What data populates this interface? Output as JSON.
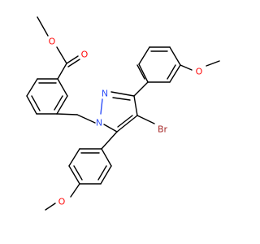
{
  "molecule": {
    "atoms": {
      "ester_carbonyl_o": "O",
      "ester_single_o": "O",
      "methoxy_o_top_ring": "O",
      "methoxy_o_bottom_ring": "O",
      "pyrazole_n1": "N",
      "pyrazole_n2": "N",
      "bromine": "Br"
    },
    "colors": {
      "bond": "#000000",
      "oxygen": "#ff0d0d",
      "nitrogen": "#3050f8",
      "bromine": "#a62929"
    }
  }
}
